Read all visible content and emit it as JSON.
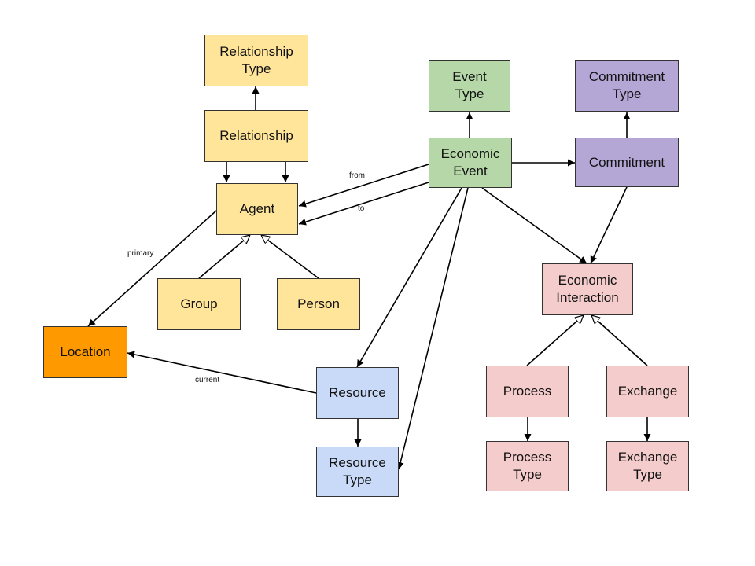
{
  "colors": {
    "agent_group": "#ffe599",
    "event_group": "#b6d7a8",
    "commitment_group": "#b4a7d6",
    "interaction_group": "#f4cccc",
    "resource_group": "#c9daf8",
    "location": "#ff9900",
    "stroke": "#000000"
  },
  "nodes": {
    "relationship_type": "Relationship\nType",
    "relationship": "Relationship",
    "agent": "Agent",
    "group": "Group",
    "person": "Person",
    "location": "Location",
    "event_type": "Event\nType",
    "economic_event": "Economic\nEvent",
    "commitment_type": "Commitment\nType",
    "commitment": "Commitment",
    "economic_interaction": "Economic\nInteraction",
    "process": "Process",
    "exchange": "Exchange",
    "process_type": "Process\nType",
    "exchange_type": "Exchange\nType",
    "resource": "Resource",
    "resource_type": "Resource\nType"
  },
  "edge_labels": {
    "from": "from",
    "to": "to",
    "primary": "primary",
    "current": "current"
  }
}
